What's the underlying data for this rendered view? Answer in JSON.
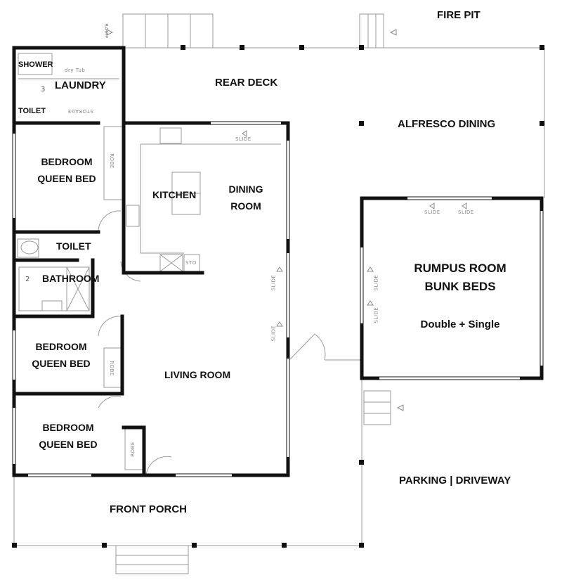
{
  "rooms": {
    "fire_pit": "FIRE PIT",
    "shower": "SHOWER",
    "laundry": "LAUNDRY",
    "toilet_small": "TOILET",
    "rear_deck": "REAR DECK",
    "alfresco": "ALFRESCO DINING",
    "bedroom1_line1": "BEDROOM",
    "bedroom1_line2": "QUEEN BED",
    "kitchen": "KITCHEN",
    "dining_line1": "DINING",
    "dining_line2": "ROOM",
    "toilet": "TOILET",
    "bathroom": "BATHROOM",
    "rumpus_line1": "RUMPUS ROOM",
    "rumpus_line2": "BUNK BEDS",
    "rumpus_line3": "Double + Single",
    "bedroom2_line1": "BEDROOM",
    "bedroom2_line2": "QUEEN BED",
    "living": "LIVING ROOM",
    "bedroom3_line1": "BEDROOM",
    "bedroom3_line2": "QUEEN BED",
    "parking": "PARKING | DRIVEWAY",
    "front_porch": "FRONT PORCH"
  },
  "fixtures": {
    "storage": "STORAGE",
    "robe": "ROBE",
    "slide": "SLIDE",
    "sto": "STO",
    "ramp": "RAMP",
    "dry_tub": "dry Tub",
    "num3": "3",
    "num2": "2"
  }
}
